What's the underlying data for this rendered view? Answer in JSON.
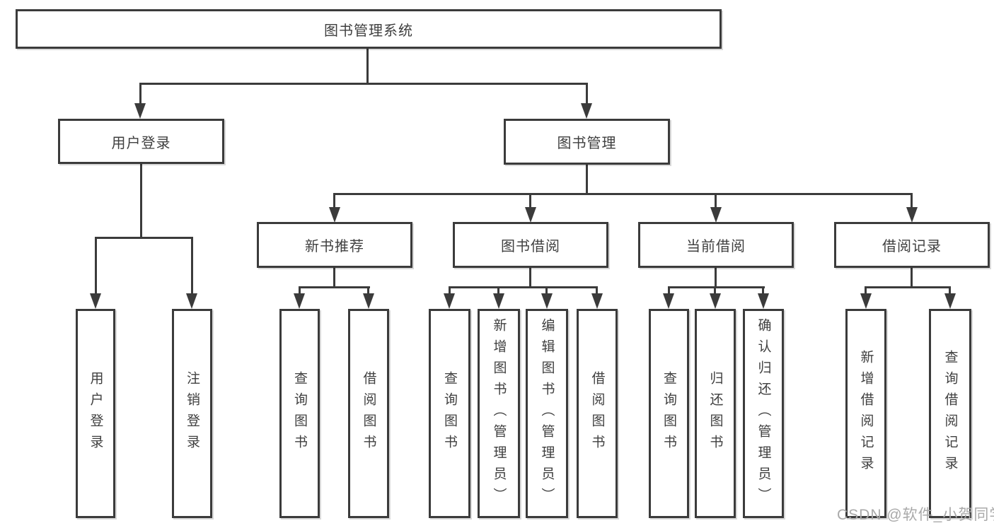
{
  "colors": {
    "line": "#3b3b3b",
    "box-border": "#3b3b3b",
    "text": "#3f3f3f",
    "background": "#ffffff",
    "watermark": "#a9a9a9"
  },
  "watermark": {
    "text": "CSDN @软件_小贺同学"
  },
  "nodes": {
    "root": {
      "label": "图书管理系统"
    },
    "user_login": {
      "label": "用户登录"
    },
    "book_mgmt": {
      "label": "图书管理"
    },
    "new_book_rec": {
      "label": "新书推荐"
    },
    "book_borrow": {
      "label": "图书借阅"
    },
    "current_borrow": {
      "label": "当前借阅"
    },
    "borrow_records": {
      "label": "借阅记录"
    },
    "leaf_user_login": {
      "label": "用户登录"
    },
    "leaf_logout": {
      "label": "注销登录"
    },
    "leaf_query_book_rec": {
      "label": "查询图书"
    },
    "leaf_borrow_book_rec": {
      "label": "借阅图书"
    },
    "leaf_query_book_borrow": {
      "label": "查询图书"
    },
    "leaf_add_book_admin": {
      "label": "新增图书（管理员）"
    },
    "leaf_edit_book_admin": {
      "label": "编辑图书（管理员）"
    },
    "leaf_borrow_book_borrow": {
      "label": "借阅图书"
    },
    "leaf_query_book_current": {
      "label": "查询图书"
    },
    "leaf_return_book": {
      "label": "归还图书"
    },
    "leaf_confirm_return_admin": {
      "label": "确认归还（管理员）"
    },
    "leaf_add_borrow_record": {
      "label": "新增借阅记录"
    },
    "leaf_query_borrow_record": {
      "label": "查询借阅记录"
    }
  }
}
